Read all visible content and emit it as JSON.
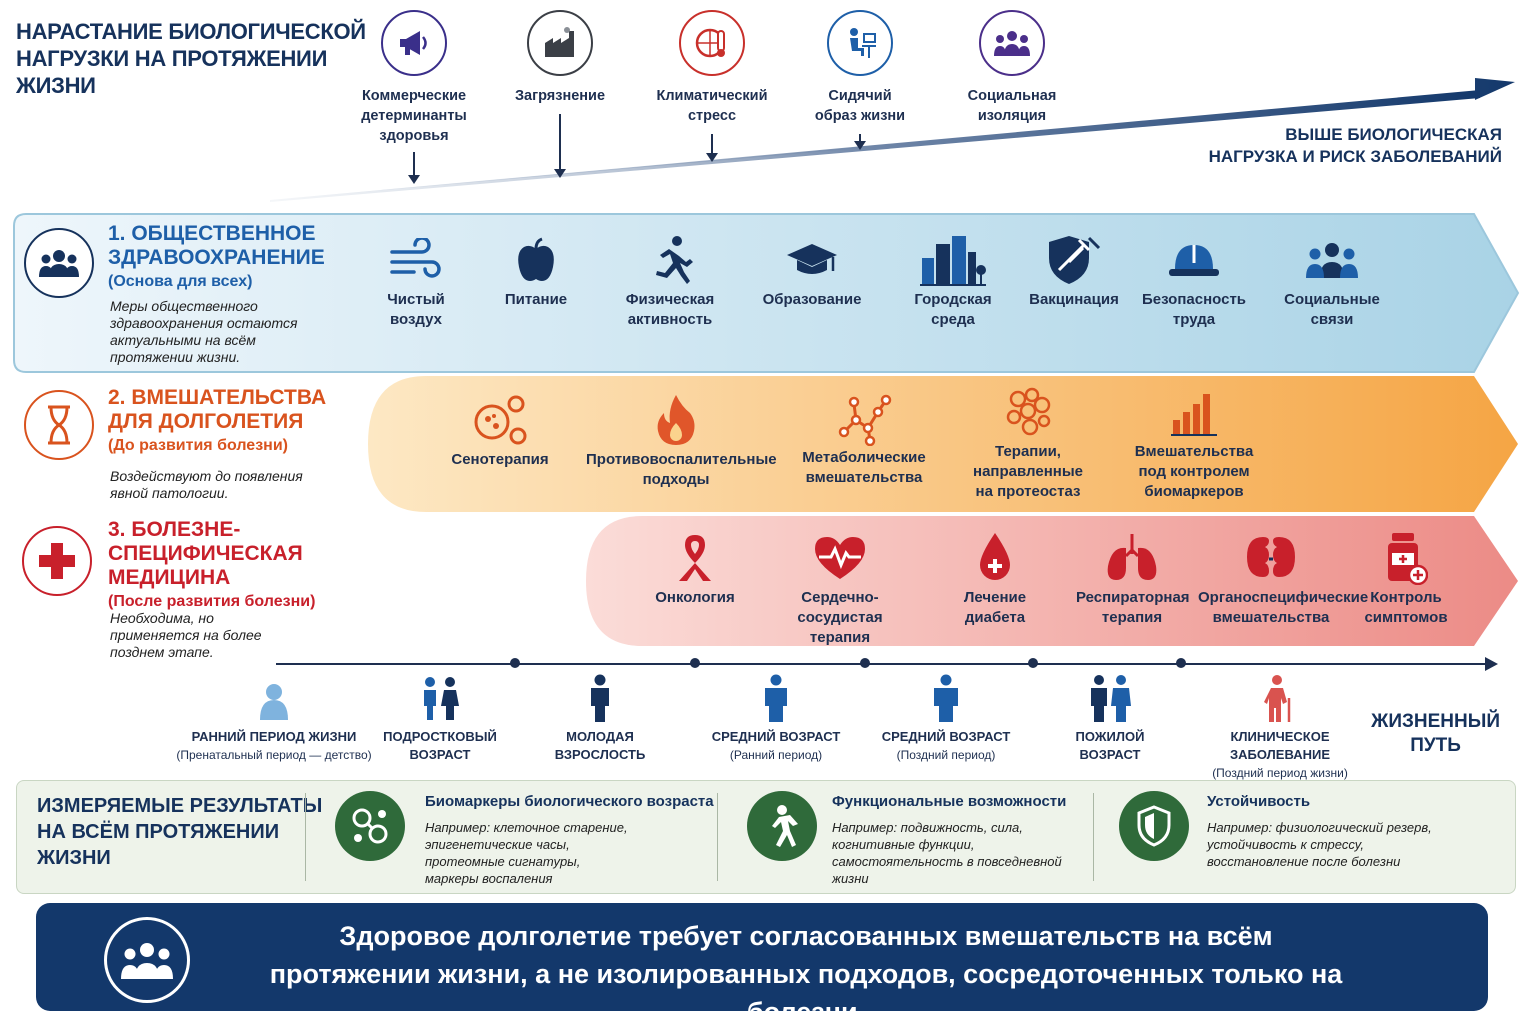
{
  "header": {
    "title_line1": "НАРАСТАНИЕ БИОЛОГИЧЕСКОЙ",
    "title_line2": "НАГРУЗКИ НА ПРОТЯЖЕНИИ ЖИЗНИ",
    "higher_line1": "ВЫШЕ БИОЛОГИЧЕСКАЯ",
    "higher_line2": "НАГРУЗКА И РИСК ЗАБОЛЕВАНИЙ"
  },
  "exposures": [
    {
      "l1": "Коммерческие",
      "l2": "детерминанты",
      "l3": "здоровья",
      "icon": "megaphone-icon",
      "color": "#3a2f8a"
    },
    {
      "l1": "Загрязнение",
      "l2": "",
      "l3": "",
      "icon": "factory-icon",
      "color": "#3b3f46"
    },
    {
      "l1": "Климатический",
      "l2": "стресс",
      "l3": "",
      "icon": "thermometer-globe-icon",
      "color": "#c8302b"
    },
    {
      "l1": "Сидячий",
      "l2": "образ жизни",
      "l3": "",
      "icon": "desk-worker-icon",
      "color": "#1e5fa8"
    },
    {
      "l1": "Социальная",
      "l2": "изоляция",
      "l3": "",
      "icon": "isolated-people-icon",
      "color": "#4b2f8a"
    }
  ],
  "tiers": {
    "public_health": {
      "title_l1": "1. ОБЩЕСТВЕННОЕ",
      "title_l2": "ЗДРАВООХРАНЕНИЕ",
      "subtitle": "(Основа для всех)",
      "desc_l1": "Меры общественного",
      "desc_l2": "здравоохранения остаются",
      "desc_l3": "актуальными на всём",
      "desc_l4": "протяжении жизни.",
      "color": "#1e5fa8",
      "items": [
        {
          "l1": "Чистый",
          "l2": "воздух",
          "icon": "wind-icon"
        },
        {
          "l1": "Питание",
          "l2": "",
          "icon": "apple-icon"
        },
        {
          "l1": "Физическая",
          "l2": "активность",
          "icon": "runner-icon"
        },
        {
          "l1": "Образование",
          "l2": "",
          "icon": "graduation-cap-icon"
        },
        {
          "l1": "Городская",
          "l2": "среда",
          "icon": "city-icon"
        },
        {
          "l1": "Вакцинация",
          "l2": "",
          "icon": "shield-syringe-icon"
        },
        {
          "l1": "Безопасность",
          "l2": "труда",
          "icon": "hard-hat-icon"
        },
        {
          "l1": "Социальные",
          "l2": "связи",
          "icon": "people-group-icon"
        }
      ]
    },
    "longevity": {
      "title_l1": "2. ВМЕШАТЕЛЬСТВА",
      "title_l2": "ДЛЯ ДОЛГОЛЕТИЯ",
      "subtitle": "(До развития болезни)",
      "desc_l1": "Воздействуют до появления",
      "desc_l2": "явной патологии.",
      "color": "#d9531e",
      "items": [
        {
          "l1": "Сенотерапия",
          "l2": "",
          "l3": "",
          "icon": "cells-icon"
        },
        {
          "l1": "Противовоспалительные",
          "l2": "подходы",
          "l3": "",
          "icon": "flame-icon"
        },
        {
          "l1": "Метаболические",
          "l2": "вмешательства",
          "l3": "",
          "icon": "molecule-icon"
        },
        {
          "l1": "Терапии,",
          "l2": "направленные",
          "l3": "на протеостаз",
          "icon": "protein-icon"
        },
        {
          "l1": "Вмешательства",
          "l2": "под контролем",
          "l3": "биомаркеров",
          "icon": "bar-chart-icon"
        }
      ]
    },
    "disease": {
      "title_l1": "3. БОЛЕЗНЕ-",
      "title_l2": "СПЕЦИФИЧЕСКАЯ",
      "title_l3": "МЕДИЦИНА",
      "subtitle": "(После развития болезни)",
      "desc_l1": "Необходима, но",
      "desc_l2": "применяется на более",
      "desc_l3": "позднем этапе.",
      "color": "#c8202b",
      "items": [
        {
          "l1": "Онкология",
          "l2": "",
          "icon": "ribbon-icon"
        },
        {
          "l1": "Сердечно-сосудистая",
          "l2": "терапия",
          "icon": "heart-pulse-icon"
        },
        {
          "l1": "Лечение",
          "l2": "диабета",
          "icon": "blood-drop-icon"
        },
        {
          "l1": "Респираторная",
          "l2": "терапия",
          "icon": "lungs-icon"
        },
        {
          "l1": "Органоспецифические",
          "l2": "вмешательства",
          "icon": "kidneys-icon"
        },
        {
          "l1": "Контроль",
          "l2": "симптомов",
          "icon": "medicine-bottle-icon"
        }
      ]
    }
  },
  "life_stages": [
    {
      "l1": "РАННИЙ ПЕРИОД ЖИЗНИ",
      "l2": "(Пренатальный период — детство)",
      "icon": "baby-icon"
    },
    {
      "l1": "ПОДРОСТКОВЫЙ",
      "l2": "ВОЗРАСТ",
      "icon": "teens-icon"
    },
    {
      "l1": "МОЛОДАЯ",
      "l2": "ВЗРОСЛОСТЬ",
      "icon": "young-adult-icon"
    },
    {
      "l1": "СРЕДНИЙ ВОЗРАСТ",
      "l2": "(Ранний период)",
      "icon": "middle-adult-icon"
    },
    {
      "l1": "СРЕДНИЙ ВОЗРАСТ",
      "l2": "(Поздний период)",
      "icon": "late-middle-adult-icon"
    },
    {
      "l1": "ПОЖИЛОЙ",
      "l2": "ВОЗРАСТ",
      "icon": "elderly-couple-icon"
    },
    {
      "l1": "КЛИНИЧЕСКОЕ ЗАБОЛЕВАНИЕ",
      "l2": "(Поздний период жизни)",
      "icon": "elderly-cane-icon"
    }
  ],
  "life_path": {
    "l1": "ЖИЗНЕННЫЙ",
    "l2": "ПУТЬ"
  },
  "outcomes": {
    "title_l1": "ИЗМЕРЯЕМЫЕ РЕЗУЛЬТАТЫ",
    "title_l2": "НА ВСЁМ ПРОТЯЖЕНИИ",
    "title_l3": "ЖИЗНИ",
    "items": [
      {
        "head": "Биомаркеры биологического возраста",
        "d1": "Например: клеточное старение,",
        "d2": "эпигенетические часы,",
        "d3": "протеомные сигнатуры,",
        "d4": "маркеры воспаления",
        "icon": "biomarker-icon"
      },
      {
        "head": "Функциональные возможности",
        "d1": "Например: подвижность, сила,",
        "d2": "когнитивные функции,",
        "d3": "самостоятельность в повседневной",
        "d4": "жизни",
        "icon": "walking-person-icon"
      },
      {
        "head": "Устойчивость",
        "d1": "Например: физиологический резерв,",
        "d2": "устойчивость к стрессу,",
        "d3": "восстановление после болезни",
        "d4": "",
        "icon": "shield-icon"
      }
    ]
  },
  "banner": {
    "l1": "Здоровое долголетие требует согласованных вмешательств на всём",
    "l2": "протяжении жизни, а не изолированных подходов, сосредоточенных только на болезни."
  }
}
